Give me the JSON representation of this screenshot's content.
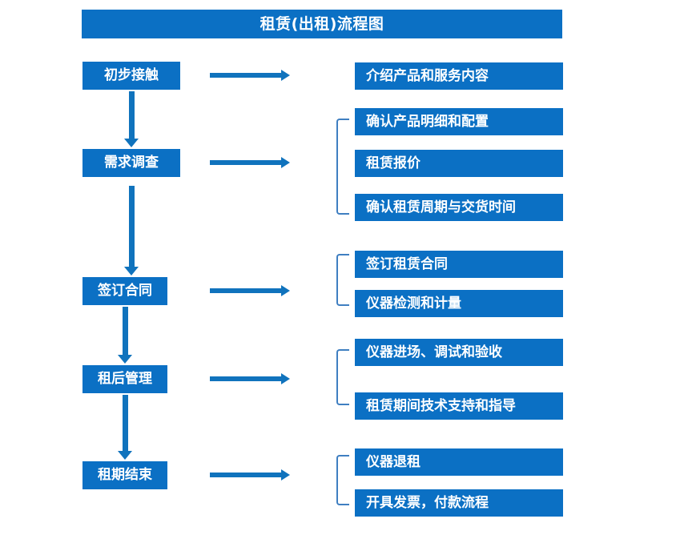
{
  "diagram": {
    "title": "租赁(出租)流程图",
    "colors": {
      "primary_blue": "#0b70c4",
      "arrow_blue": "#1073bd",
      "bracket_blue": "#3f7fc1",
      "text_white": "#ffffff",
      "background": "#ffffff"
    },
    "stages": [
      {
        "label": "初步接触"
      },
      {
        "label": "需求调查"
      },
      {
        "label": "签订合同"
      },
      {
        "label": "租后管理"
      },
      {
        "label": "租期结束"
      }
    ],
    "details": [
      {
        "label": "介绍产品和服务内容"
      },
      {
        "label": "确认产品明细和配置"
      },
      {
        "label": "租赁报价"
      },
      {
        "label": "确认租赁周期与交货时间"
      },
      {
        "label": "签订租赁合同"
      },
      {
        "label": "仪器检测和计量"
      },
      {
        "label": "仪器进场、调试和验收"
      },
      {
        "label": "租赁期间技术支持和指导"
      },
      {
        "label": "仪器退租"
      },
      {
        "label": "开具发票，付款流程"
      }
    ]
  }
}
